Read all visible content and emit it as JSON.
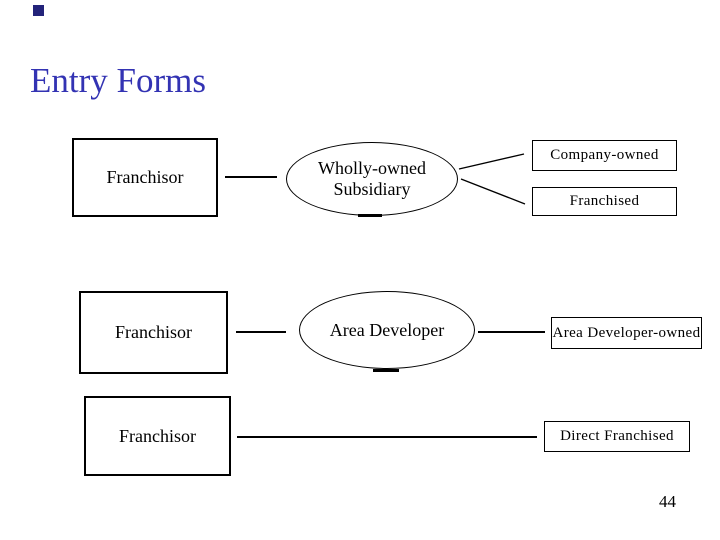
{
  "slide": {
    "title": "Entry Forms",
    "page_number": "44"
  },
  "colors": {
    "title_text": "#3333b3",
    "corner_square": "#23237a",
    "diagram_lines": "#000000",
    "background": "#ffffff"
  },
  "diagram": {
    "row1": {
      "source_label": "Franchisor",
      "ellipse_line1": "Wholly-owned",
      "ellipse_line2": "Subsidiary",
      "target_top_label": "Company-owned",
      "target_bottom_label": "Franchised"
    },
    "row2": {
      "source_label": "Franchisor",
      "ellipse_label": "Area Developer",
      "target_label": "Area Developer-owned"
    },
    "row3": {
      "source_label": "Franchisor",
      "target_label": "Direct Franchised"
    }
  }
}
